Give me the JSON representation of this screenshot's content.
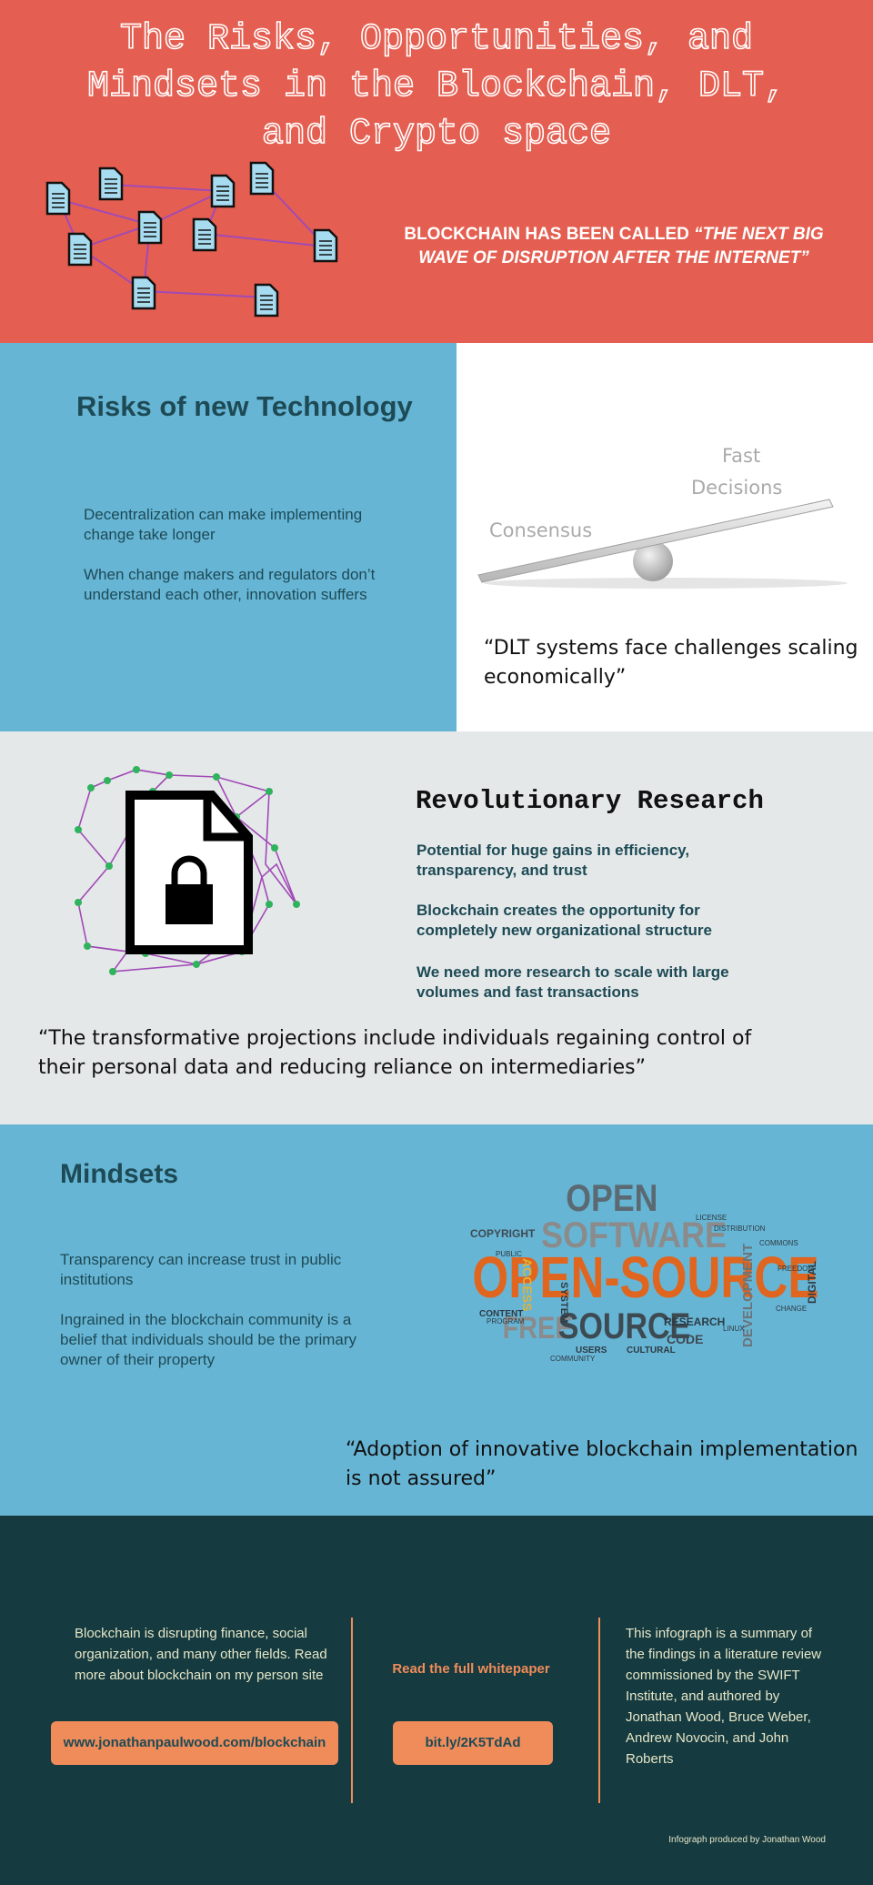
{
  "hero": {
    "title": "The Risks, Opportunities, and Mindsets in the Blockchain, DLT, and Crypto space",
    "quote_plain": "BLOCKCHAIN HAS BEEN CALLED ",
    "quote_em": "“THE NEXT BIG WAVE OF DISRUPTION AFTER THE INTERNET”",
    "icon": "document-network-icon"
  },
  "risks": {
    "title": "Risks of new Technology",
    "items": [
      "Decentralization can make implementing change take longer",
      "When change makers and regulators don’t understand each other, innovation suffers"
    ],
    "seesaw_left_label": "Consensus",
    "seesaw_right_label": "Fast Decisions",
    "quote": "“DLT systems face challenges scaling economically”"
  },
  "research": {
    "title": "Revolutionary Research",
    "items": [
      "Potential for huge gains in efficiency, transparency, and trust",
      "Blockchain creates the opportunity for completely new organizational structure",
      "We need more research to scale with large volumes and fast transactions"
    ],
    "quote": "“The transformative projections include individuals regaining control of their personal data and reducing reliance on intermediaries”",
    "icon": "locked-document-network-icon"
  },
  "mindsets": {
    "title": "Mindsets",
    "items": [
      "Transparency can increase trust in public institutions",
      "Ingrained in the blockchain community is a belief that individuals should be the primary owner of their property"
    ],
    "wordcloud": {
      "w_open": "OPEN",
      "w_software": "SOFTWARE",
      "w_open_source": "OPEN-SOURCE",
      "w_free": "FREE",
      "w_source": "SOURCE",
      "w_copyright": "COPYRIGHT",
      "w_code": "CODE",
      "w_research": "RESEARCH",
      "w_digital": "DIGITAL",
      "w_development": "DEVELOPMENT",
      "w_cultural": "CULTURAL",
      "w_access": "ACCESS",
      "w_content": "CONTENT",
      "w_users": "USERS",
      "w_system": "SYSTEM"
    },
    "quote": "“Adoption of innovative blockchain implementation is not assured”"
  },
  "footer": {
    "left_text": "Blockchain is disrupting finance, social organization, and many other fields. Read more about blockchain on my person site",
    "left_button": "www.jonathanpaulwood.com/blockchain",
    "middle_text": "Read the full whitepaper",
    "middle_button": "bit.ly/2K5TdAd",
    "right_text": "This infograph is a summary of the findings in a literature review commissioned by the SWIFT Institute,  and authored by Jonathan Wood, Bruce Weber, Andrew Novocin, and John Roberts",
    "credit": "Infograph produced by Jonathan Wood"
  },
  "colors": {
    "hero_bg": "#e45f51",
    "blue_bg": "#67b5d5",
    "grey_bg": "#e4e8e9",
    "footer_bg": "#153a3f",
    "accent_orange": "#ef8c5a",
    "heading_teal": "#1d4a55"
  }
}
